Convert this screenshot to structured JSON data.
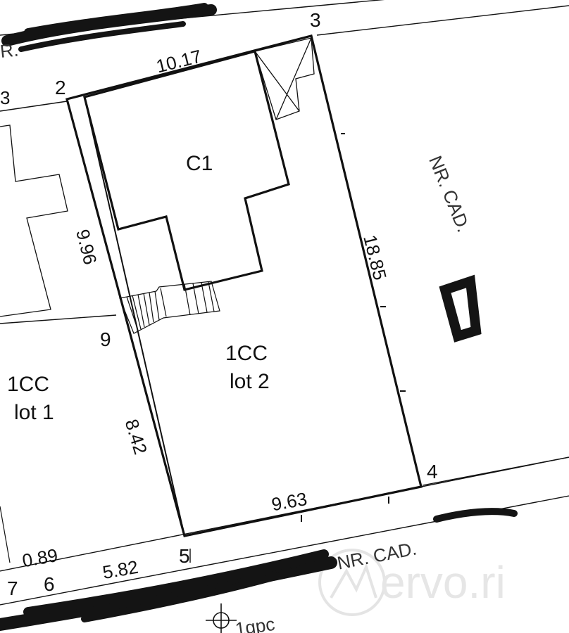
{
  "points": {
    "p2": "2",
    "p3": "3",
    "p4": "4",
    "p5": "5",
    "p6": "6",
    "p7": "7",
    "p9": "9"
  },
  "dimensions": {
    "d_2_3": "10.17",
    "d_3_4": "18.85",
    "d_2_9": "9.96",
    "d_9_5": "8.42",
    "d_5_4": "9.63",
    "d_6_5": "5.82",
    "d_small": "0.89",
    "d_left": "3"
  },
  "building": {
    "code": "C1"
  },
  "lots": {
    "lot2_zone": "1CC",
    "lot2_name": "lot 2",
    "lot1_zone": "1CC",
    "lot1_name": "lot 1"
  },
  "cadastral": {
    "right_label": "NR. CAD.",
    "bottom_label": "NR. CAD.",
    "top_label": "R.",
    "bottom_code": "1gpc"
  },
  "watermark": {
    "text": "ervo.ri"
  },
  "colors": {
    "line": "#111111",
    "redaction": "#141414",
    "watermark": "#e4e4e4"
  }
}
